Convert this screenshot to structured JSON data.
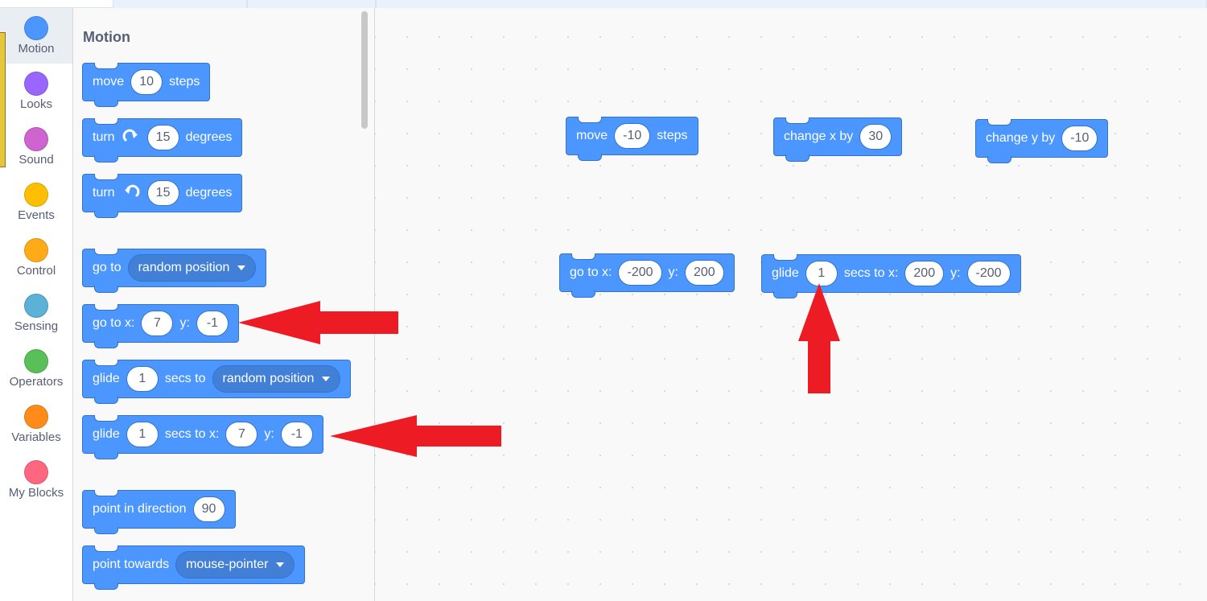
{
  "categories": [
    {
      "label": "Motion",
      "color": "#4c97ff",
      "selected": true
    },
    {
      "label": "Looks",
      "color": "#9966ff"
    },
    {
      "label": "Sound",
      "color": "#cf63cf"
    },
    {
      "label": "Events",
      "color": "#ffbf00"
    },
    {
      "label": "Control",
      "color": "#ffab19"
    },
    {
      "label": "Sensing",
      "color": "#5cb1d6"
    },
    {
      "label": "Operators",
      "color": "#59c059"
    },
    {
      "label": "Variables",
      "color": "#ff8c1a"
    },
    {
      "label": "My Blocks",
      "color": "#ff6680"
    }
  ],
  "palette": {
    "title": "Motion",
    "move": {
      "t1": "move",
      "v": "10",
      "t2": "steps"
    },
    "turn_right": {
      "t1": "turn",
      "v": "15",
      "t2": "degrees"
    },
    "turn_left": {
      "t1": "turn",
      "v": "15",
      "t2": "degrees"
    },
    "goto": {
      "t1": "go to",
      "menu": "random position"
    },
    "gotoxy": {
      "t1": "go to x:",
      "x": "7",
      "t2": "y:",
      "y": "-1"
    },
    "glide_to": {
      "t1": "glide",
      "v": "1",
      "t2": "secs to",
      "menu": "random position"
    },
    "glide_xy": {
      "t1": "glide",
      "v": "1",
      "t2": "secs to x:",
      "x": "7",
      "t3": "y:",
      "y": "-1"
    },
    "point_dir": {
      "t1": "point in direction",
      "v": "90"
    },
    "point_towards": {
      "t1": "point towards",
      "menu": "mouse-pointer"
    }
  },
  "workspace": {
    "move": {
      "t1": "move",
      "v": "-10",
      "t2": "steps"
    },
    "change_x": {
      "t1": "change x by",
      "v": "30"
    },
    "change_y": {
      "t1": "change y by",
      "v": "-10"
    },
    "gotoxy": {
      "t1": "go to x:",
      "x": "-200",
      "t2": "y:",
      "y": "200"
    },
    "glide_xy": {
      "t1": "glide",
      "v": "1",
      "t2": "secs to x:",
      "x": "200",
      "t3": "y:",
      "y": "-200"
    }
  },
  "colors": {
    "motion": "#4c97ff",
    "annotation": "#ed1c24"
  }
}
